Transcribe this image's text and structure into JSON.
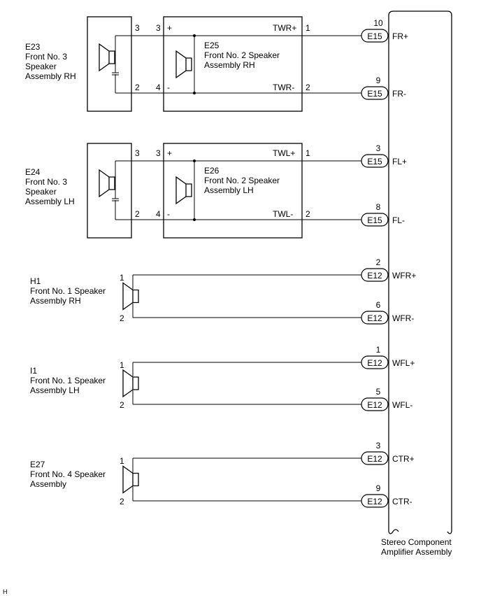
{
  "amplifier": {
    "label_line1": "Stereo Component",
    "label_line2": "Amplifier Assembly"
  },
  "pair_units": [
    {
      "outer": {
        "id": "E23",
        "name_lines": [
          "Front No. 3",
          "Speaker",
          "Assembly RH"
        ],
        "pin_pos": "3",
        "pin_neg": "2"
      },
      "inner": {
        "id": "E25",
        "name_lines": [
          "Front No. 2 Speaker",
          "Assembly RH"
        ],
        "pin_in_pos": "3",
        "pin_in_neg": "4",
        "sign_pos": "+",
        "sign_neg": "-",
        "sig_pos": "TWR+",
        "sig_neg": "TWR-",
        "pin_out_pos": "1",
        "pin_out_neg": "2"
      },
      "connector": "E15",
      "amp_pins": [
        {
          "num": "10",
          "label": "FR+"
        },
        {
          "num": "9",
          "label": "FR-"
        }
      ]
    },
    {
      "outer": {
        "id": "E24",
        "name_lines": [
          "Front No. 3",
          "Speaker",
          "Assembly LH"
        ],
        "pin_pos": "3",
        "pin_neg": "2"
      },
      "inner": {
        "id": "E26",
        "name_lines": [
          "Front No. 2 Speaker",
          "Assembly LH"
        ],
        "pin_in_pos": "3",
        "pin_in_neg": "4",
        "sign_pos": "+",
        "sign_neg": "-",
        "sig_pos": "TWL+",
        "sig_neg": "TWL-",
        "pin_out_pos": "1",
        "pin_out_neg": "2"
      },
      "connector": "E15",
      "amp_pins": [
        {
          "num": "3",
          "label": "FL+"
        },
        {
          "num": "8",
          "label": "FL-"
        }
      ]
    }
  ],
  "single_units": [
    {
      "id": "H1",
      "name_lines": [
        "Front No. 1 Speaker",
        "Assembly RH"
      ],
      "pin_pos": "1",
      "pin_neg": "2",
      "connector": "E12",
      "amp_pins": [
        {
          "num": "2",
          "label": "WFR+"
        },
        {
          "num": "6",
          "label": "WFR-"
        }
      ]
    },
    {
      "id": "I1",
      "name_lines": [
        "Front No. 1 Speaker",
        "Assembly LH"
      ],
      "pin_pos": "1",
      "pin_neg": "2",
      "connector": "E12",
      "amp_pins": [
        {
          "num": "1",
          "label": "WFL+"
        },
        {
          "num": "5",
          "label": "WFL-"
        }
      ]
    },
    {
      "id": "E27",
      "name_lines": [
        "Front No. 4 Speaker",
        "Assembly"
      ],
      "pin_pos": "1",
      "pin_neg": "2",
      "connector": "E12",
      "amp_pins": [
        {
          "num": "3",
          "label": "CTR+"
        },
        {
          "num": "9",
          "label": "CTR-"
        }
      ]
    }
  ],
  "footer_code": "H"
}
